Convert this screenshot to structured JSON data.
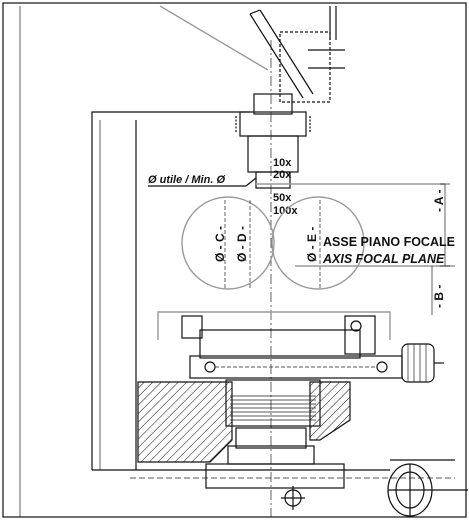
{
  "diagram": {
    "magnifications": [
      "10x",
      "20x",
      "50x",
      "100x"
    ],
    "min_diameter_label": "Ø utile / Min. Ø",
    "diameter_labels": {
      "c": "Ø - C -",
      "d": "Ø - D -",
      "e": "Ø - E -"
    },
    "dimension_labels": {
      "a": "- A -",
      "b": "- B -"
    },
    "focal_plane_it": "ASSE PIANO FOCALE",
    "focal_plane_en": "AXIS FOCAL PLANE"
  }
}
